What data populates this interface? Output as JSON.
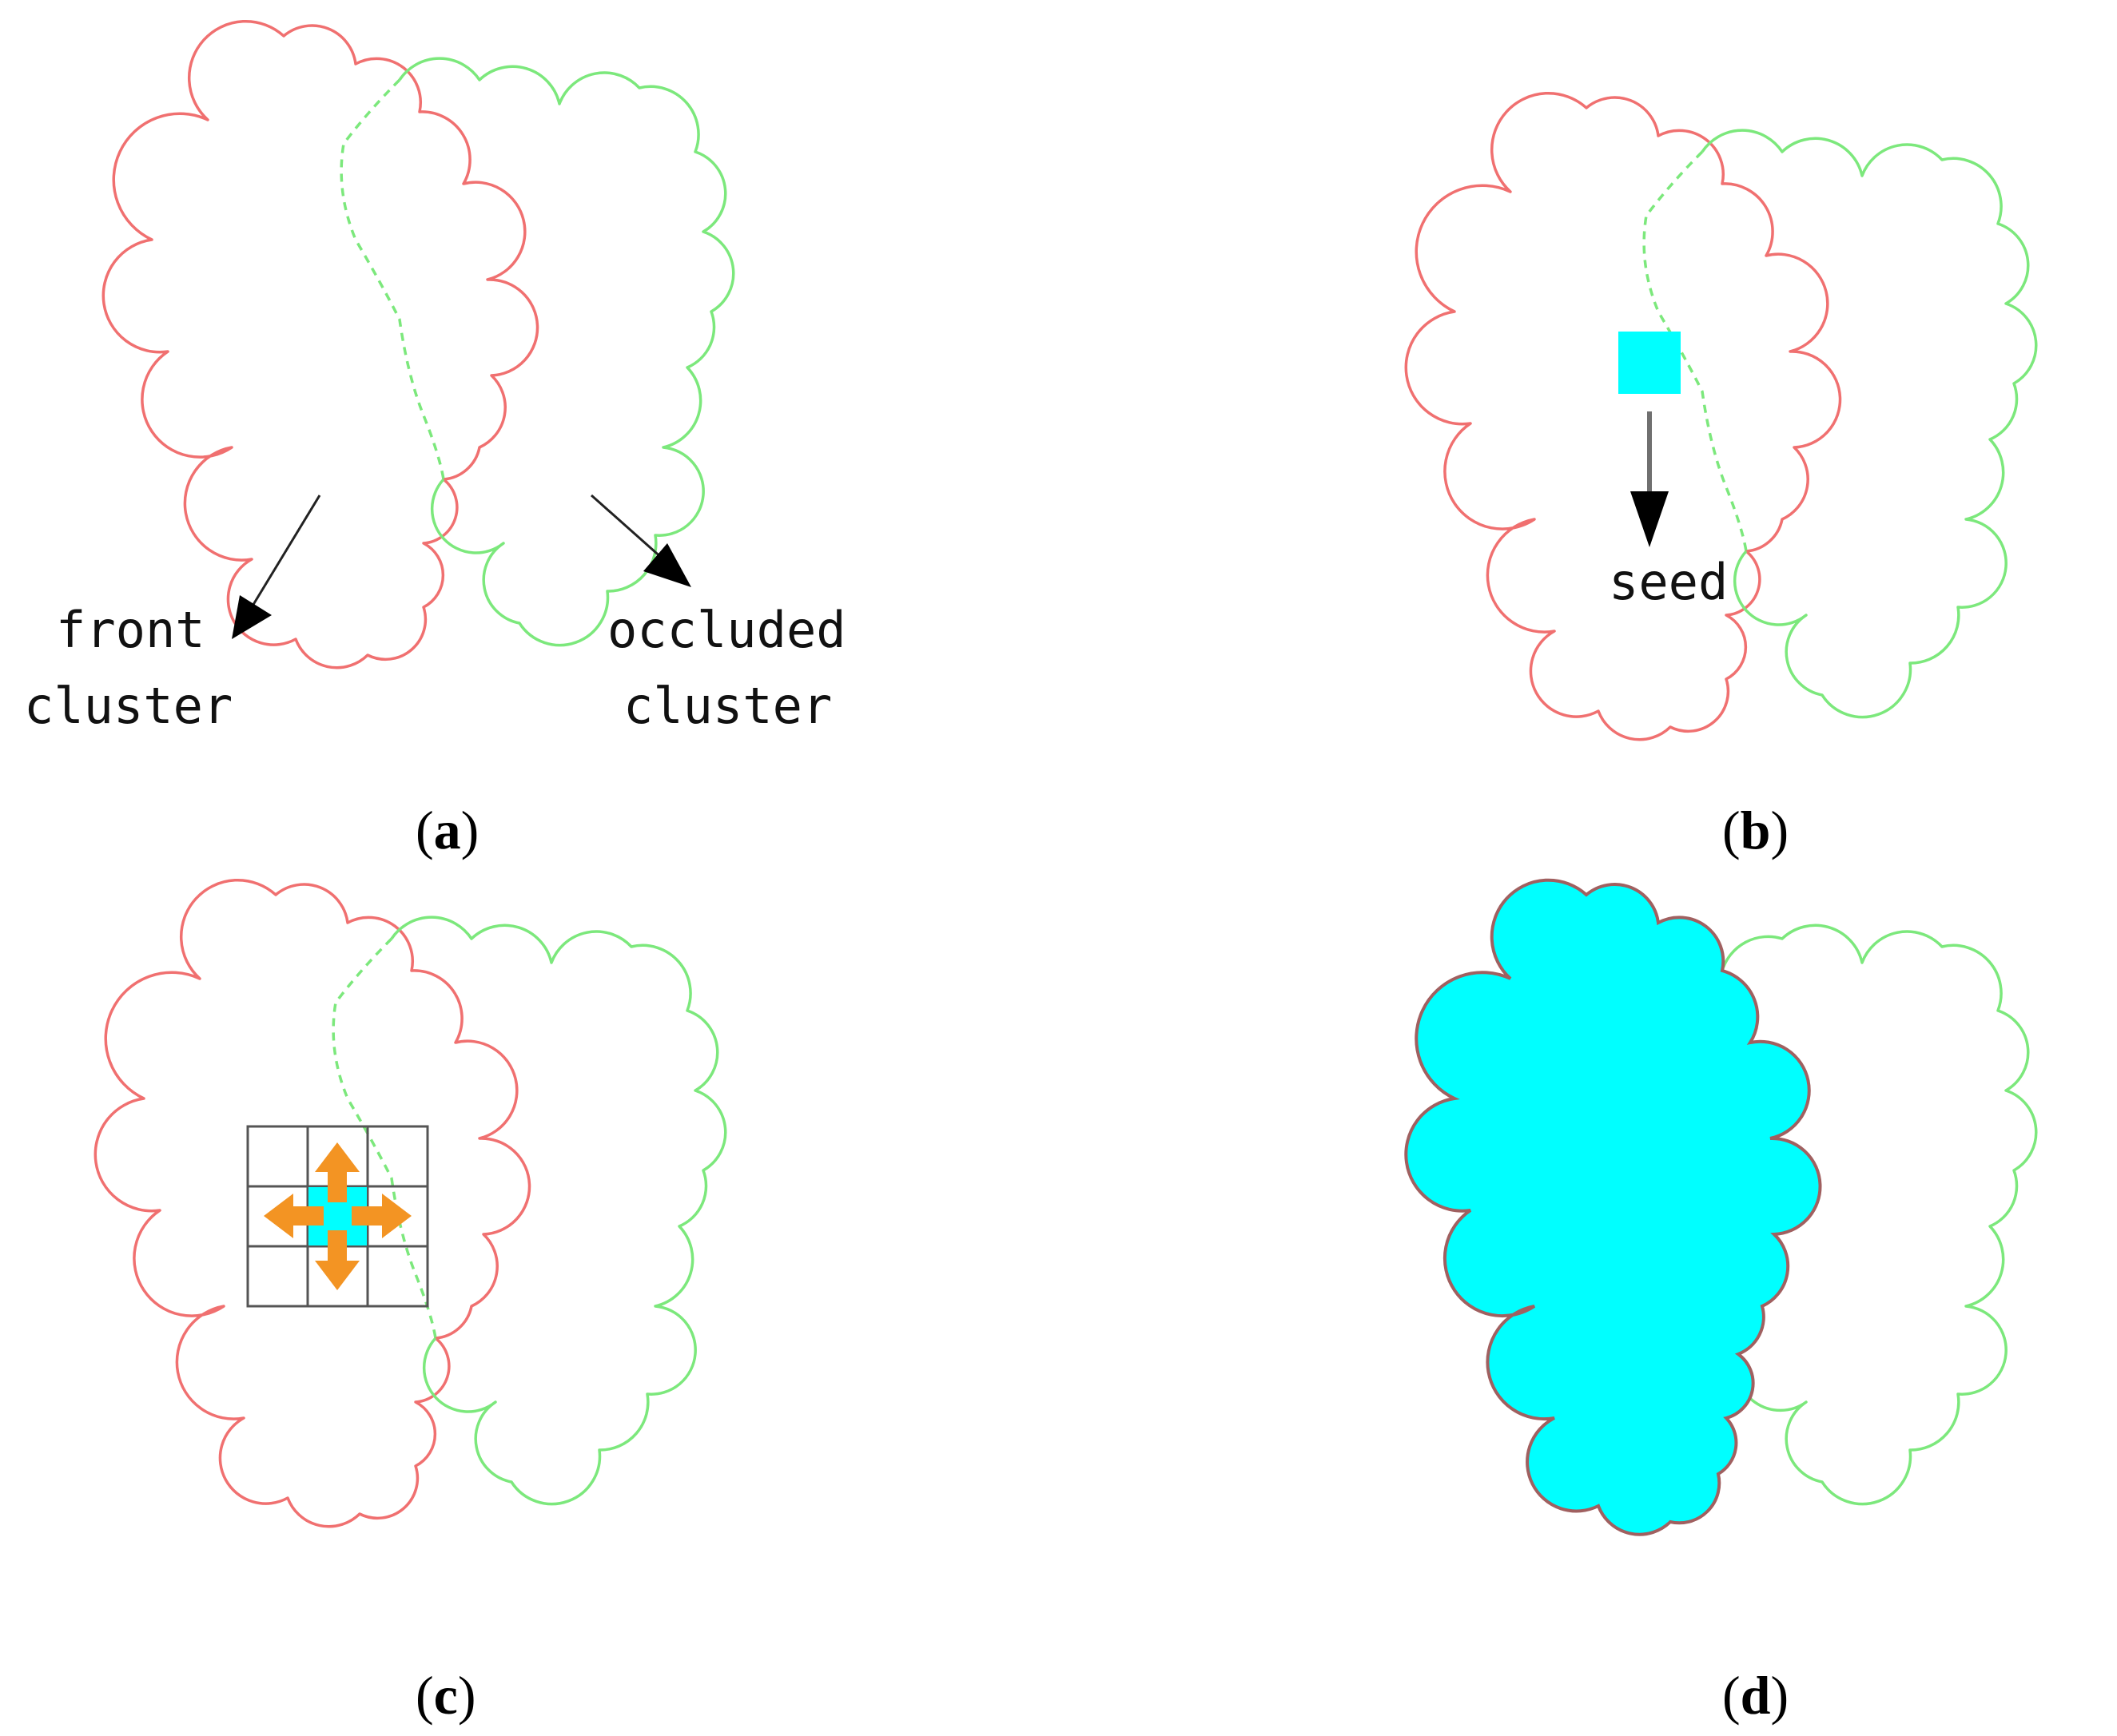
{
  "panels": {
    "a": {
      "caption_open": "(",
      "caption_letter": "a",
      "caption_close": ")",
      "front_label_line1": "front",
      "front_label_line2": "cluster",
      "occluded_label_line1": "occluded",
      "occluded_label_line2": "cluster"
    },
    "b": {
      "caption_open": "(",
      "caption_letter": "b",
      "caption_close": ")",
      "seed_label": "seed"
    },
    "c": {
      "caption_open": "(",
      "caption_letter": "c",
      "caption_close": ")"
    },
    "d": {
      "caption_open": "(",
      "caption_letter": "d",
      "caption_close": ")"
    }
  },
  "colors": {
    "front_cluster_outline": "#f07070",
    "occluded_cluster_outline": "#7ce87c",
    "seed_fill": "#00ffff",
    "arrow_orange": "#f39423",
    "arrow_black": "#000000",
    "grid_line": "#555555"
  }
}
